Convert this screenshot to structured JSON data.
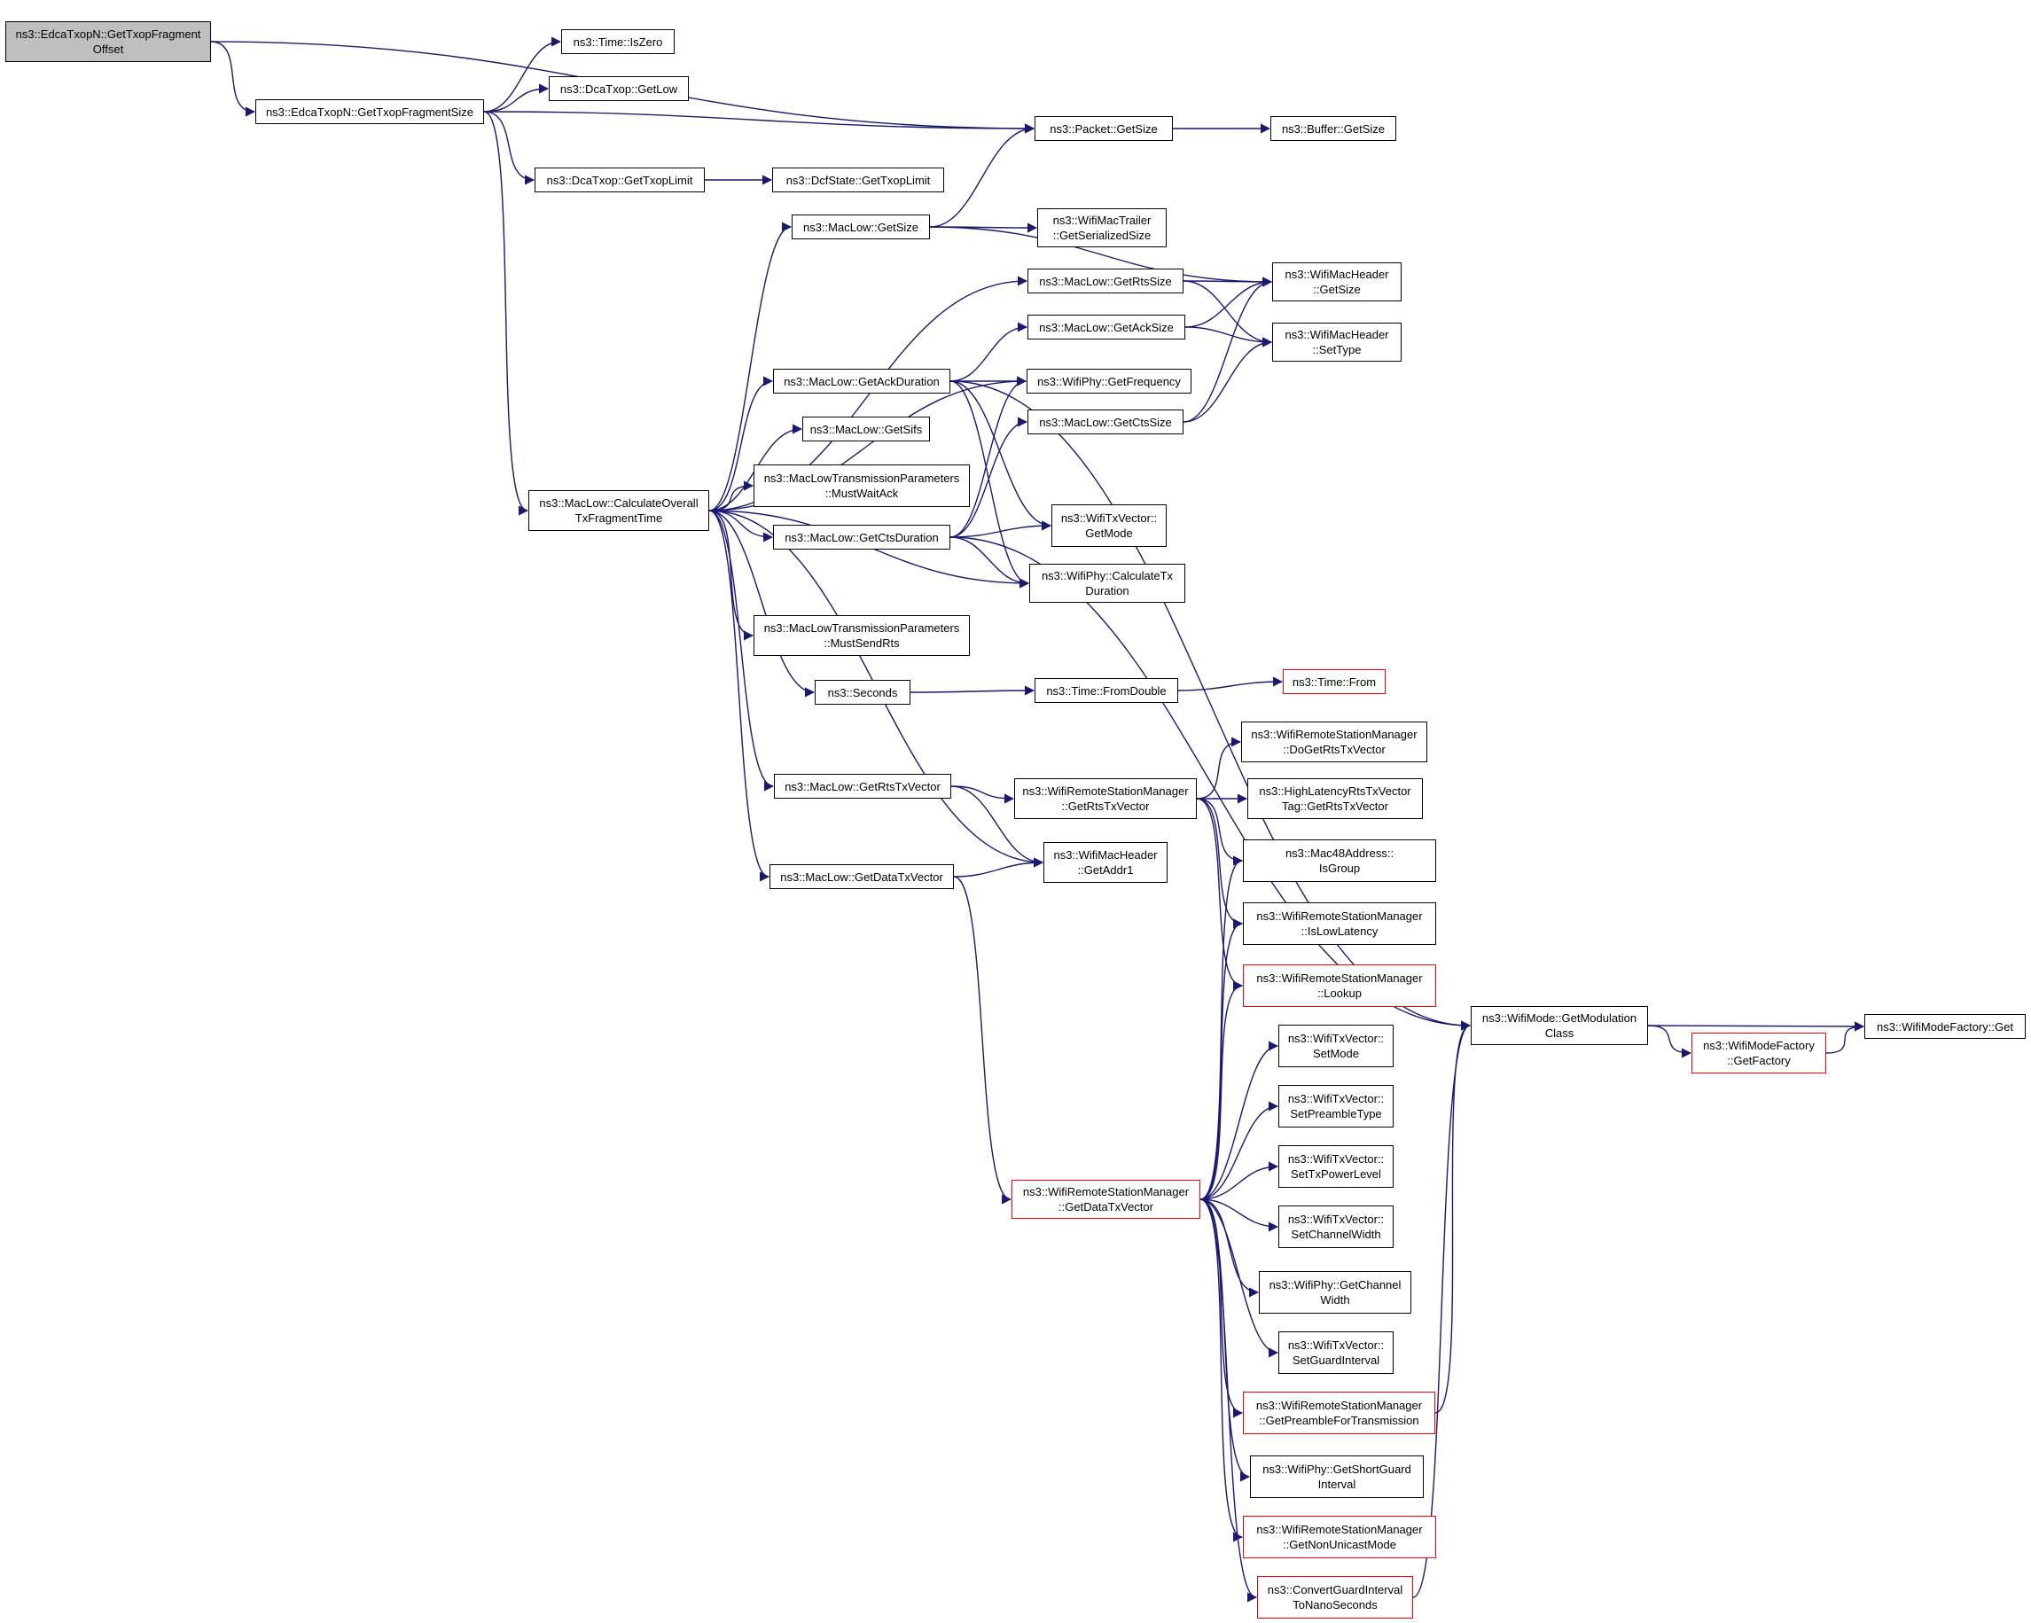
{
  "graph": {
    "colors": {
      "edge": "#191970",
      "truncated_border": "#ff0000",
      "root_fill": "#bfbfbf",
      "node_fill": "#ffffff"
    },
    "nodes": [
      {
        "id": "root",
        "lines": [
          "ns3::EdcaTxopN::GetTxopFragment",
          "Offset"
        ],
        "root": true
      },
      {
        "id": "gtfs",
        "lines": [
          "ns3::EdcaTxopN::GetTxopFragmentSize"
        ]
      },
      {
        "id": "iszero",
        "lines": [
          "ns3::Time::IsZero"
        ]
      },
      {
        "id": "getlow",
        "lines": [
          "ns3::DcaTxop::GetLow"
        ]
      },
      {
        "id": "gettxoplimit",
        "lines": [
          "ns3::DcaTxop::GetTxopLimit"
        ]
      },
      {
        "id": "dcfstate",
        "lines": [
          "ns3::DcfState::GetTxopLimit"
        ]
      },
      {
        "id": "packetsize",
        "lines": [
          "ns3::Packet::GetSize"
        ]
      },
      {
        "id": "buffersize",
        "lines": [
          "ns3::Buffer::GetSize"
        ]
      },
      {
        "id": "maclowsize",
        "lines": [
          "ns3::MacLow::GetSize"
        ]
      },
      {
        "id": "trailer",
        "lines": [
          "ns3::WifiMacTrailer",
          "::GetSerializedSize"
        ]
      },
      {
        "id": "rtssize",
        "lines": [
          "ns3::MacLow::GetRtsSize"
        ]
      },
      {
        "id": "hdrsize",
        "lines": [
          "ns3::WifiMacHeader",
          "::GetSize"
        ]
      },
      {
        "id": "acksize",
        "lines": [
          "ns3::MacLow::GetAckSize"
        ]
      },
      {
        "id": "settype",
        "lines": [
          "ns3::WifiMacHeader",
          "::SetType"
        ]
      },
      {
        "id": "ackdur",
        "lines": [
          "ns3::MacLow::GetAckDuration"
        ]
      },
      {
        "id": "freq",
        "lines": [
          "ns3::WifiPhy::GetFrequency"
        ]
      },
      {
        "id": "ctssize",
        "lines": [
          "ns3::MacLow::GetCtsSize"
        ]
      },
      {
        "id": "sifs",
        "lines": [
          "ns3::MacLow::GetSifs"
        ]
      },
      {
        "id": "waitack",
        "lines": [
          "ns3::MacLowTransmissionParameters",
          "::MustWaitAck"
        ]
      },
      {
        "id": "calc",
        "lines": [
          "ns3::MacLow::CalculateOverall",
          "TxFragmentTime"
        ]
      },
      {
        "id": "ctsdur",
        "lines": [
          "ns3::MacLow::GetCtsDuration"
        ]
      },
      {
        "id": "getmode",
        "lines": [
          "ns3::WifiTxVector::",
          "GetMode"
        ]
      },
      {
        "id": "calctx",
        "lines": [
          "ns3::WifiPhy::CalculateTx",
          "Duration"
        ]
      },
      {
        "id": "sendrts",
        "lines": [
          "ns3::MacLowTransmissionParameters",
          "::MustSendRts"
        ]
      },
      {
        "id": "seconds",
        "lines": [
          "ns3::Seconds"
        ]
      },
      {
        "id": "fromdouble",
        "lines": [
          "ns3::Time::FromDouble"
        ]
      },
      {
        "id": "from",
        "lines": [
          "ns3::Time::From"
        ],
        "truncated": true
      },
      {
        "id": "dogetrts",
        "lines": [
          "ns3::WifiRemoteStationManager",
          "::DoGetRtsTxVector"
        ]
      },
      {
        "id": "rtstx",
        "lines": [
          "ns3::MacLow::GetRtsTxVector"
        ]
      },
      {
        "id": "rsmrts",
        "lines": [
          "ns3::WifiRemoteStationManager",
          "::GetRtsTxVector"
        ]
      },
      {
        "id": "hlrts",
        "lines": [
          "ns3::HighLatencyRtsTxVector",
          "Tag::GetRtsTxVector"
        ]
      },
      {
        "id": "addr1",
        "lines": [
          "ns3::WifiMacHeader",
          "::GetAddr1"
        ]
      },
      {
        "id": "isgroup",
        "lines": [
          "ns3::Mac48Address::",
          "IsGroup"
        ]
      },
      {
        "id": "datatx",
        "lines": [
          "ns3::MacLow::GetDataTxVector"
        ]
      },
      {
        "id": "lowlat",
        "lines": [
          "ns3::WifiRemoteStationManager",
          "::IsLowLatency"
        ]
      },
      {
        "id": "lookup",
        "lines": [
          "ns3::WifiRemoteStationManager",
          "::Lookup"
        ],
        "truncated": true
      },
      {
        "id": "modclass",
        "lines": [
          "ns3::WifiMode::GetModulation",
          "Class"
        ]
      },
      {
        "id": "factoryget",
        "lines": [
          "ns3::WifiModeFactory::Get"
        ]
      },
      {
        "id": "getfactory",
        "lines": [
          "ns3::WifiModeFactory",
          "::GetFactory"
        ],
        "truncated": true
      },
      {
        "id": "setmode",
        "lines": [
          "ns3::WifiTxVector::",
          "SetMode"
        ]
      },
      {
        "id": "setpre",
        "lines": [
          "ns3::WifiTxVector::",
          "SetPreambleType"
        ]
      },
      {
        "id": "setpow",
        "lines": [
          "ns3::WifiTxVector::",
          "SetTxPowerLevel"
        ]
      },
      {
        "id": "rsmdata",
        "lines": [
          "ns3::WifiRemoteStationManager",
          "::GetDataTxVector"
        ],
        "truncated": true
      },
      {
        "id": "setcw",
        "lines": [
          "ns3::WifiTxVector::",
          "SetChannelWidth"
        ]
      },
      {
        "id": "chanw",
        "lines": [
          "ns3::WifiPhy::GetChannel",
          "Width"
        ]
      },
      {
        "id": "setgi",
        "lines": [
          "ns3::WifiTxVector::",
          "SetGuardInterval"
        ]
      },
      {
        "id": "preamble",
        "lines": [
          "ns3::WifiRemoteStationManager",
          "::GetPreambleForTransmission"
        ],
        "truncated": true
      },
      {
        "id": "shortgi",
        "lines": [
          "ns3::WifiPhy::GetShortGuard",
          "Interval"
        ]
      },
      {
        "id": "nonuni",
        "lines": [
          "ns3::WifiRemoteStationManager",
          "::GetNonUnicastMode"
        ],
        "truncated": true
      },
      {
        "id": "convgi",
        "lines": [
          "ns3::ConvertGuardInterval",
          "ToNanoSeconds"
        ],
        "truncated": true
      }
    ]
  }
}
